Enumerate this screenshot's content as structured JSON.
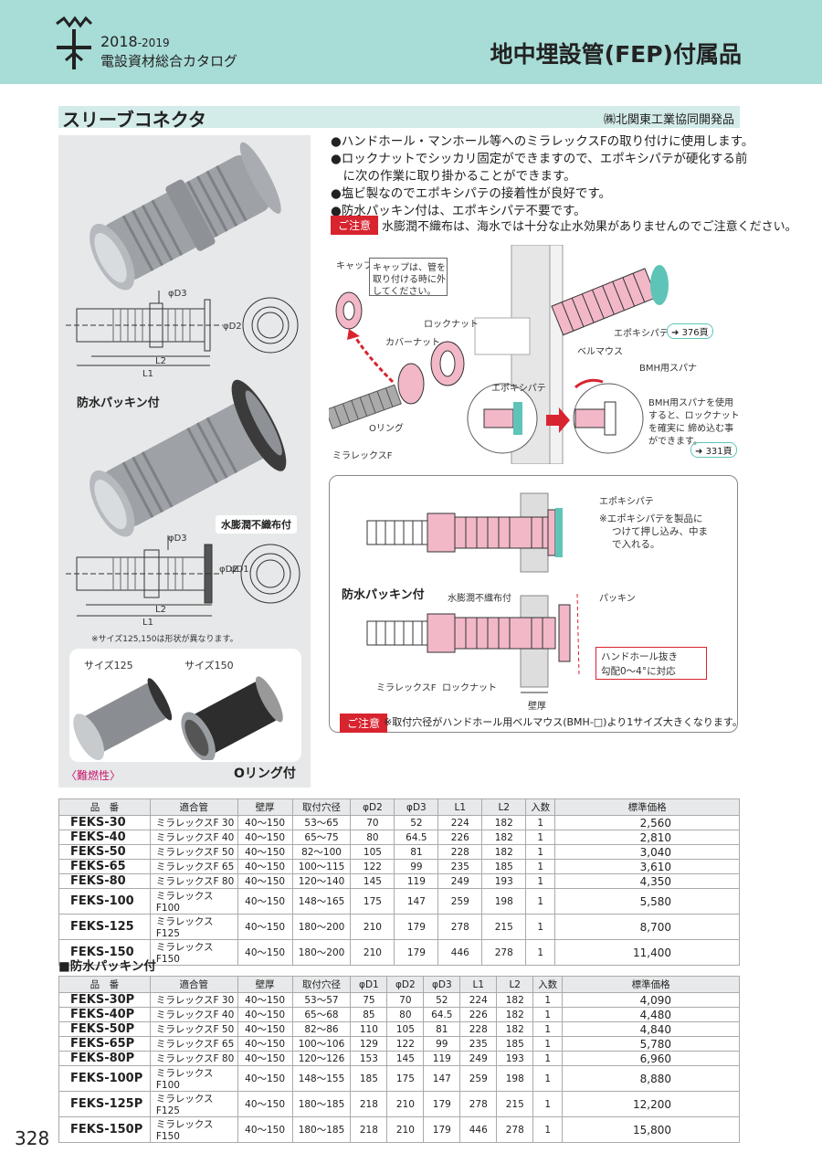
{
  "header": {
    "year": "2018",
    "year_suffix": "-2019",
    "catalog": "電設資材総合カタログ",
    "page_title": "地中埋設管(FEP)付属品"
  },
  "section": {
    "title": "スリーブコネクタ",
    "developer_note": "㈱北関東工業協同開発品"
  },
  "features": [
    "●ハンドホール・マンホール等へのミラレックスFの取り付けに使用します。",
    "●ロックナットでシッカリ固定ができますので、エポキシパテが硬化する前",
    "　に次の作業に取り掛かることができます。",
    "●塩ビ製なのでエポキシパテの接着性が良好です。",
    "●防水パッキン付は、エポキシパテ不要です。"
  ],
  "caution": {
    "label": "ご注意",
    "note1": "水膨潤不織布は、海水では十分な止水効果がありませんのでご注意ください。",
    "note2": "※取付穴径がハンドホール用ベルマウス(BMH-□)より1サイズ大きくなります。"
  },
  "left_panel": {
    "dim_d3": "φD3",
    "dim_d2": "φD2",
    "dim_d1": "φD1",
    "dim_l2": "L2",
    "dim_l1": "L1",
    "waterproof_label": "防水パッキン付",
    "nonwoven_label": "水膨潤不織布付",
    "size_note": "※サイズ125,150は形状が異なります。",
    "size125": "サイズ125",
    "size150": "サイズ150",
    "flame": "〈難燃性〉",
    "oring": "Oリング付"
  },
  "diagram_top": {
    "cap": "キャップ",
    "cap_note_1": "キャップは、管を",
    "cap_note_2": "取り付ける時に外",
    "cap_note_3": "してください。",
    "locknut": "ロックナット",
    "cover_nut": "カバーナット",
    "oring": "Oリング",
    "miralex": "ミラレックスF",
    "epoxy": "エポキシパテ",
    "epoxy_ref": "376頁",
    "bellmouth": "ベルマウス",
    "bmh_spanner": "BMH用スパナ",
    "bmh_note_1": "BMH用スパナを使用",
    "bmh_note_2": "すると、ロックナット",
    "bmh_note_3": "を確実に 締め込む事",
    "bmh_note_4": "ができます。",
    "bmh_ref": "331頁"
  },
  "diagram_bottom": {
    "epoxy": "エポキシパテ",
    "epoxy_note_1": "※エポキシパテを製品に",
    "epoxy_note_2": "つけて押し込み、中ま",
    "epoxy_note_3": "で入れる。",
    "waterproof": "防水パッキン付",
    "nonwoven": "水膨潤不織布付",
    "packing": "パッキン",
    "handhole_1": "ハンドホール抜き",
    "handhole_2": "勾配0～4°に対応",
    "miralex": "ミラレックスF",
    "locknut": "ロックナット",
    "wall": "壁厚"
  },
  "table1": {
    "headers": [
      "品　番",
      "適合管",
      "壁厚",
      "取付穴径",
      "φD2",
      "φD3",
      "L1",
      "L2",
      "入数",
      "標準価格"
    ],
    "rows": [
      [
        "FEKS-30",
        "ミラレックスF 30",
        "40～150",
        "53～65",
        "70",
        "52",
        "224",
        "182",
        "1",
        "2,560"
      ],
      [
        "FEKS-40",
        "ミラレックスF 40",
        "40～150",
        "65～75",
        "80",
        "64.5",
        "226",
        "182",
        "1",
        "2,810"
      ],
      [
        "FEKS-50",
        "ミラレックスF 50",
        "40～150",
        "82～100",
        "105",
        "81",
        "228",
        "182",
        "1",
        "3,040"
      ],
      [
        "FEKS-65",
        "ミラレックスF 65",
        "40～150",
        "100～115",
        "122",
        "99",
        "235",
        "185",
        "1",
        "3,610"
      ],
      [
        "FEKS-80",
        "ミラレックスF 80",
        "40～150",
        "120～140",
        "145",
        "119",
        "249",
        "193",
        "1",
        "4,350"
      ],
      [
        "FEKS-100",
        "ミラレックスF100",
        "40～150",
        "148～165",
        "175",
        "147",
        "259",
        "198",
        "1",
        "5,580"
      ],
      [
        "FEKS-125",
        "ミラレックスF125",
        "40～150",
        "180～200",
        "210",
        "179",
        "278",
        "215",
        "1",
        "8,700"
      ],
      [
        "FEKS-150",
        "ミラレックスF150",
        "40～150",
        "180～200",
        "210",
        "179",
        "446",
        "278",
        "1",
        "11,400"
      ]
    ]
  },
  "table2_title": "■防水パッキン付",
  "table2": {
    "headers": [
      "品　番",
      "適合管",
      "壁厚",
      "取付穴径",
      "φD1",
      "φD2",
      "φD3",
      "L1",
      "L2",
      "入数",
      "標準価格"
    ],
    "rows": [
      [
        "FEKS-30P",
        "ミラレックスF 30",
        "40～150",
        "53～57",
        "75",
        "70",
        "52",
        "224",
        "182",
        "1",
        "4,090"
      ],
      [
        "FEKS-40P",
        "ミラレックスF 40",
        "40～150",
        "65～68",
        "85",
        "80",
        "64.5",
        "226",
        "182",
        "1",
        "4,480"
      ],
      [
        "FEKS-50P",
        "ミラレックスF 50",
        "40～150",
        "82～86",
        "110",
        "105",
        "81",
        "228",
        "182",
        "1",
        "4,840"
      ],
      [
        "FEKS-65P",
        "ミラレックスF 65",
        "40～150",
        "100～106",
        "129",
        "122",
        "99",
        "235",
        "185",
        "1",
        "5,780"
      ],
      [
        "FEKS-80P",
        "ミラレックスF 80",
        "40～150",
        "120～126",
        "153",
        "145",
        "119",
        "249",
        "193",
        "1",
        "6,960"
      ],
      [
        "FEKS-100P",
        "ミラレックスF100",
        "40～150",
        "148～155",
        "185",
        "175",
        "147",
        "259",
        "198",
        "1",
        "8,880"
      ],
      [
        "FEKS-125P",
        "ミラレックスF125",
        "40～150",
        "180～185",
        "218",
        "210",
        "179",
        "278",
        "215",
        "1",
        "12,200"
      ],
      [
        "FEKS-150P",
        "ミラレックスF150",
        "40～150",
        "180～185",
        "218",
        "210",
        "179",
        "446",
        "278",
        "1",
        "15,800"
      ]
    ]
  },
  "page_number": "328",
  "colors": {
    "header_bg": "#a8dcd6",
    "caution_red": "#d8242f",
    "pink": "#f2b8c8",
    "teal": "#5ec4b8"
  }
}
